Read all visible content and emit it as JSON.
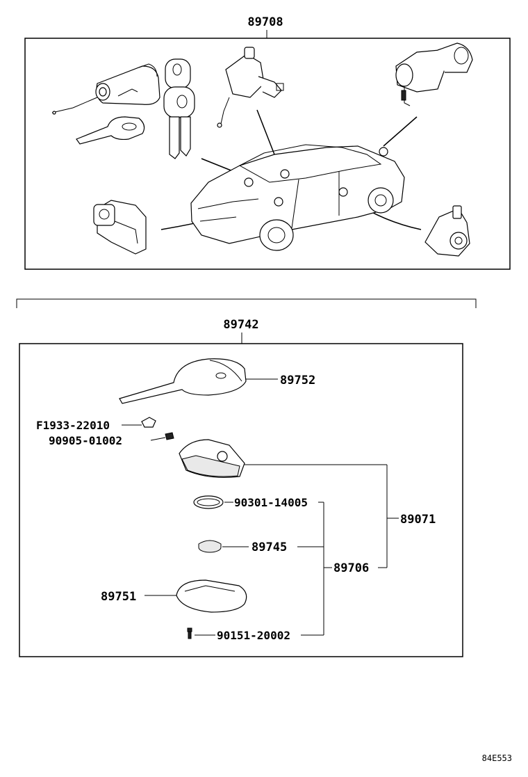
{
  "figure_code": "84E553",
  "assemblies": {
    "lock_cylinder_set": {
      "part_no": "89708"
    },
    "transmitter_key": {
      "part_no": "89742"
    }
  },
  "callouts": {
    "key_head": "89752",
    "clip": "F1933-22010",
    "screw_small": "90905-01002",
    "transmitter_housing_assy": "89071",
    "o_ring": "90301-14005",
    "battery": "89745",
    "transmitter_sub_assy": "89706",
    "cover": "89751",
    "screw": "90151-20002"
  }
}
